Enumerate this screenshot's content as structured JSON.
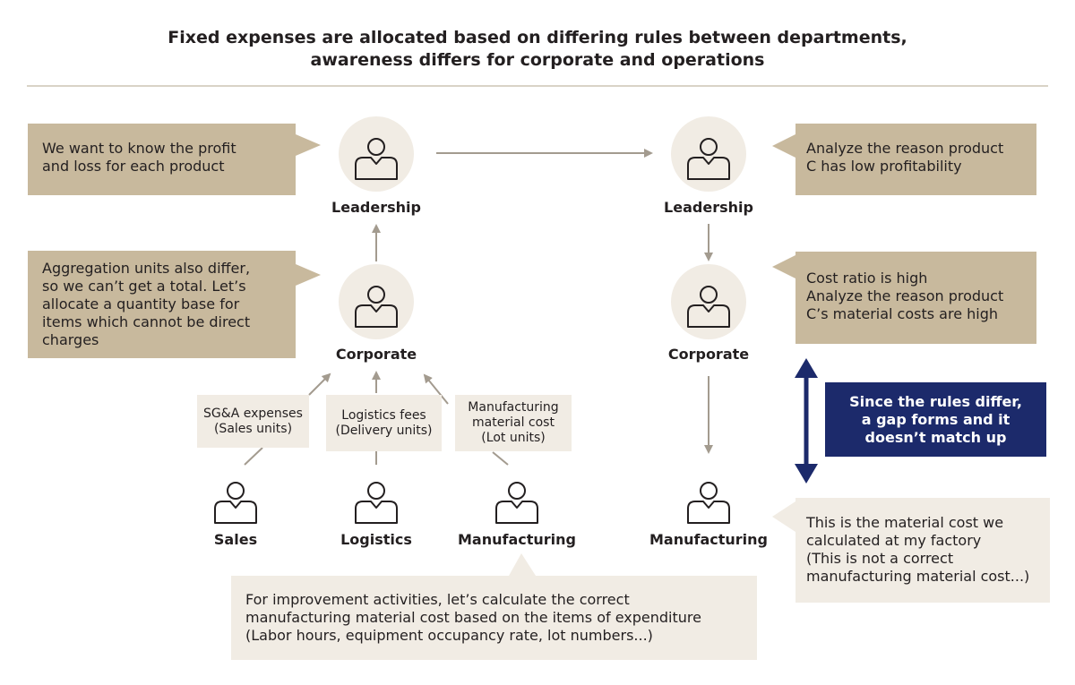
{
  "title": {
    "line1": "Fixed expenses are allocated based on differing rules between departments,",
    "line2": "awareness differs for corporate and operations"
  },
  "left": {
    "leadership": {
      "label": "Leadership",
      "bubble": [
        "We want to know the profit",
        "and loss for each product"
      ]
    },
    "corporate": {
      "label": "Corporate",
      "bubble": [
        "Aggregation units also differ,",
        "so we can’t get a total. Let’s",
        "allocate a quantity base for",
        "items which cannot be direct",
        "charges"
      ]
    },
    "costs": [
      {
        "lines": [
          "SG&A expenses",
          "(Sales units)"
        ]
      },
      {
        "lines": [
          "Logistics fees",
          "(Delivery units)"
        ]
      },
      {
        "lines": [
          "Manufacturing",
          "material cost",
          "(Lot units)"
        ]
      }
    ],
    "departments": [
      "Sales",
      "Logistics",
      "Manufacturing"
    ],
    "improvement": [
      "For improvement activities, let’s calculate the correct",
      "manufacturing material cost based on the items of expenditure",
      "(Labor hours, equipment occupancy rate, lot numbers...)"
    ]
  },
  "right": {
    "leadership": {
      "label": "Leadership",
      "bubble": [
        "Analyze the reason product",
        "C has low profitability"
      ]
    },
    "corporate": {
      "label": "Corporate",
      "bubble": [
        "Cost ratio is high",
        "Analyze the reason product",
        "C’s material costs are high"
      ]
    },
    "manufacturing": {
      "label": "Manufacturing",
      "bubble": [
        "This is the material cost we",
        "calculated at my factory",
        "(This is not a correct",
        "manufacturing material cost...)"
      ]
    },
    "gap": [
      "Since the rules differ,",
      "a gap forms and it",
      "doesn’t match up"
    ]
  },
  "colors": {
    "bubble": "#c8b99d",
    "light": "#f1ece4",
    "circle": "#f1ece4",
    "arrow": "#a39b8f",
    "navy": "#1c2a6b"
  }
}
